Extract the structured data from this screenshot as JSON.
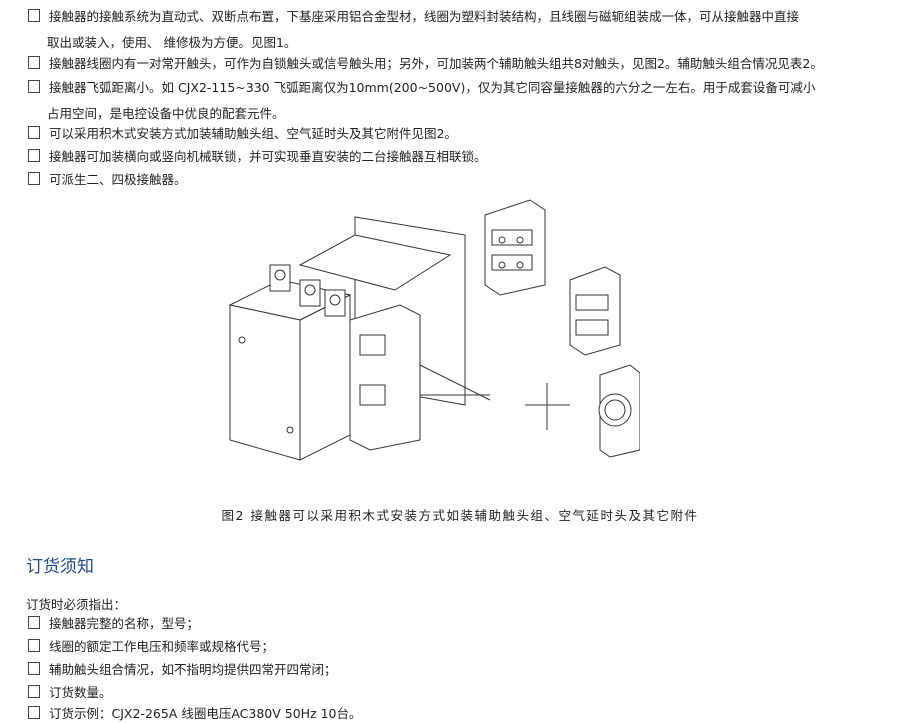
{
  "features": [
    "接触器的接触系统为直动式、双断点布置，下基座采用铝合金型材，线圈为塑料封装结构，且线圈与磁轭组装成一体，可从接触器中直接",
    "取出或装入，使用、 维修极为方便。见图1。",
    "接触器线圈内有一对常开触头，可作为自锁触头或信号触头用；另外，可加装两个辅助触头组共8对触头，见图2。辅助触头组合情况见表2。",
    "接触器飞弧距离小。如 CJX2-115~330 飞弧距离仅为10mm(200~500V)，仅为其它同容量接触器的六分之一左右。用于成套设备可减小",
    "占用空间，是电控设备中优良的配套元件。",
    "可以采用积木式安装方式加装辅助触头组、空气延时头及其它附件见图2。",
    "接触器可加装横向或竖向机械联锁，并可实现垂直安装的二台接触器互相联锁。",
    "可派生二、四极接触器。"
  ],
  "figure_caption": "图2 接触器可以采用积木式安装方式如装辅助触头组、空气延时头及其它附件",
  "ordering": {
    "heading": "订货须知",
    "intro": "订货时必须指出：",
    "items": [
      "接触器完整的名称，型号；",
      "线圈的额定工作电压和频率或规格代号；",
      "辅助触头组合情况，如不指明均提供四常开四常闭；",
      "订货数量。",
      "订货示例：CJX2-265A  线圈电压AC380V  50Hz  10台。"
    ]
  },
  "colors": {
    "heading": "#1f4a8a"
  }
}
